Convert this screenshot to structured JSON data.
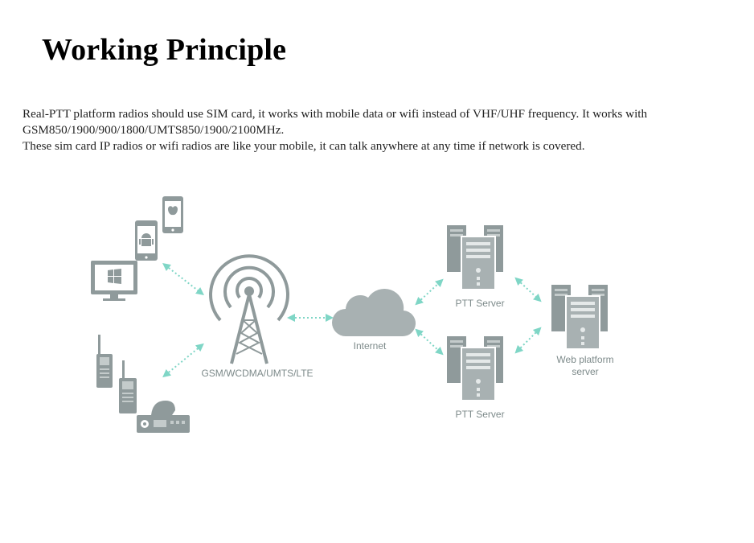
{
  "title": "Working Principle",
  "description": {
    "line1": "Real-PTT platform radios should use SIM card, it works with mobile data or wifi instead of VHF/UHF frequency. It works with GSM850/1900/900/1800/UMTS850/1900/2100MHz.",
    "line2": "These sim card IP radios or wifi radios are like your mobile, it can talk anywhere at any time if network is covered."
  },
  "diagram": {
    "tower_label": "GSM/WCDMA/UMTS/LTE",
    "cloud_label": "Internet",
    "server_top_label": "PTT Server",
    "server_bottom_label": "PTT Server",
    "web_label_line1": "Web platform",
    "web_label_line2": "server"
  },
  "colors": {
    "device": "#8f9a9b",
    "device_light": "#c4cbcb",
    "arrow": "#7fd6c6",
    "label": "#7d8a8a"
  },
  "icons": [
    "apple-phone-icon",
    "android-phone-icon",
    "windows-monitor-icon",
    "walkie-talkie-icon",
    "car-radio-icon",
    "tower-icon",
    "cloud-icon",
    "server-icon"
  ]
}
